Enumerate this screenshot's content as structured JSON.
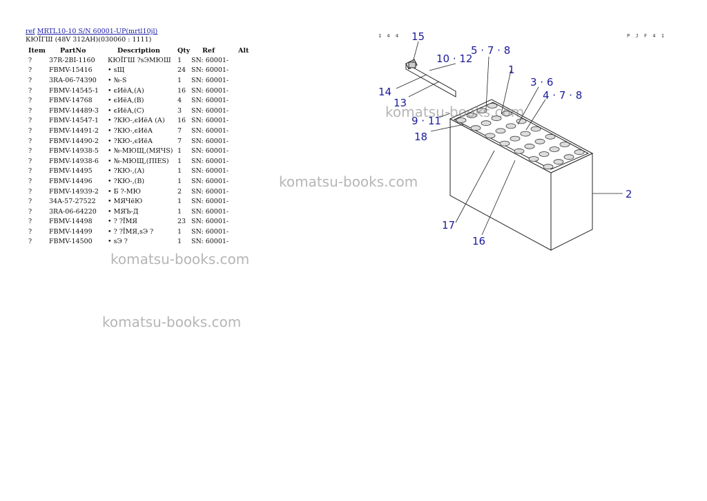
{
  "header": {
    "ref_link": "ref",
    "model_link": "MRTL10-10 S/N 60001-UP(mrtl10jl)",
    "title": "КЮЇГШ (48V 312AH)(030060 : 1111)"
  },
  "corner_left": "1 4 4",
  "corner_right": "P J F 4 1",
  "columns": {
    "item": "Item",
    "partno": "PartNo",
    "desc": "Description",
    "qty": "Qty",
    "ref": "Ref",
    "alt": "Alt"
  },
  "rows": [
    {
      "item": "?",
      "partno": "37R-2BI-1160",
      "desc": "КЮЇГШ ?sЭМЮШ",
      "qty": "1",
      "ref": "SN: 60001-"
    },
    {
      "item": "?",
      "partno": "FBMV-15416",
      "desc": "• sЩ",
      "qty": "24",
      "ref": "SN: 60001-"
    },
    {
      "item": "?",
      "partno": "3RA-06-74390",
      "desc": "• №-S",
      "qty": "1",
      "ref": "SN: 60001-"
    },
    {
      "item": "?",
      "partno": "FBMV-14545-1",
      "desc": "• єИёА,(А)",
      "qty": "16",
      "ref": "SN: 60001-"
    },
    {
      "item": "?",
      "partno": "FBMV-14768",
      "desc": "• єИёА,(В)",
      "qty": "4",
      "ref": "SN: 60001-"
    },
    {
      "item": "?",
      "partno": "FBMV-14489-3",
      "desc": "• єИёА,(С)",
      "qty": "3",
      "ref": "SN: 60001-"
    },
    {
      "item": "?",
      "partno": "FBMV-14547-1",
      "desc": "• ?КЮ-,єИёА (А)",
      "qty": "16",
      "ref": "SN: 60001-"
    },
    {
      "item": "?",
      "partno": "FBMV-14491-2",
      "desc": "• ?КЮ-,єИёА",
      "qty": "7",
      "ref": "SN: 60001-"
    },
    {
      "item": "?",
      "partno": "FBMV-14490-2",
      "desc": "• ?КЮ-,єИёА",
      "qty": "7",
      "ref": "SN: 60001-"
    },
    {
      "item": "?",
      "partno": "FBMV-14938-5",
      "desc": "• №-МЮЩ,(МЯЧS)",
      "qty": "1",
      "ref": "SN: 60001-"
    },
    {
      "item": "?",
      "partno": "FBMV-14938-6",
      "desc": "• №-МЮЩ,(ПIES)",
      "qty": "1",
      "ref": "SN: 60001-"
    },
    {
      "item": "?",
      "partno": "FBMV-14495",
      "desc": "• ?КЮ-,(А)",
      "qty": "1",
      "ref": "SN: 60001-"
    },
    {
      "item": "?",
      "partno": "FBMV-14496",
      "desc": "• ?КЮ-,(В)",
      "qty": "1",
      "ref": "SN: 60001-"
    },
    {
      "item": "?",
      "partno": "FBMV-14939-2",
      "desc": "• Б ?-МЮ",
      "qty": "2",
      "ref": "SN: 60001-"
    },
    {
      "item": "?",
      "partno": "34A-57-27522",
      "desc": "• МЯЧёЮ",
      "qty": "1",
      "ref": "SN: 60001-"
    },
    {
      "item": "?",
      "partno": "3RA-06-64220",
      "desc": "• МЯЪ-Д",
      "qty": "1",
      "ref": "SN: 60001-"
    },
    {
      "item": "?",
      "partno": "FBMV-14498",
      "desc": "• ? ?ЇМЯ",
      "qty": "23",
      "ref": "SN: 60001-"
    },
    {
      "item": "?",
      "partno": "FBMV-14499",
      "desc": "• ? ?ЇМЯ,sЭ ?",
      "qty": "1",
      "ref": "SN: 60001-"
    },
    {
      "item": "?",
      "partno": "FBMV-14500",
      "desc": "• sЭ ?",
      "qty": "1",
      "ref": "SN: 60001-"
    }
  ],
  "watermark": "komatsu-books.com",
  "callouts": {
    "c15": "15",
    "c10_12": "10 · 12",
    "c5_7_8": "5 · 7 · 8",
    "c1": "1",
    "c3_6": "3 · 6",
    "c4_7_8": "4 · 7 · 8",
    "c14": "14",
    "c13": "13",
    "c9_11": "9 · 11",
    "c18": "18",
    "c2": "2",
    "c17": "17",
    "c16": "16"
  }
}
